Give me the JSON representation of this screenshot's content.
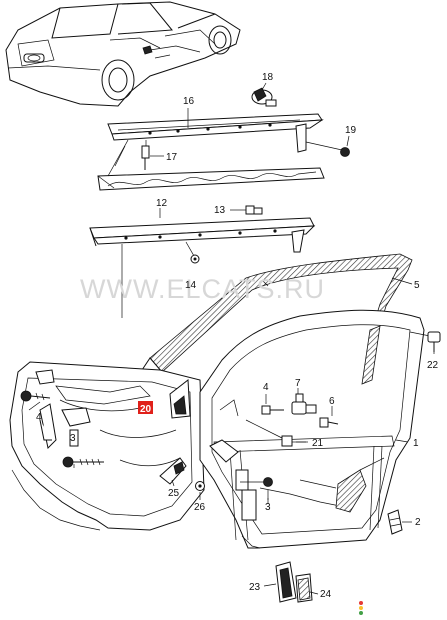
{
  "watermark": "WWW.ELCATS.RU",
  "callouts": [
    {
      "id": "c1",
      "text": "1"
    },
    {
      "id": "c2",
      "text": "2"
    },
    {
      "id": "c3a",
      "text": "3"
    },
    {
      "id": "c3b",
      "text": "3"
    },
    {
      "id": "c4a",
      "text": "4"
    },
    {
      "id": "c4b",
      "text": "4"
    },
    {
      "id": "c5",
      "text": "5"
    },
    {
      "id": "c6",
      "text": "6"
    },
    {
      "id": "c7",
      "text": "7"
    },
    {
      "id": "c12",
      "text": "12"
    },
    {
      "id": "c13",
      "text": "13"
    },
    {
      "id": "c14",
      "text": "14"
    },
    {
      "id": "c16",
      "text": "16"
    },
    {
      "id": "c17",
      "text": "17"
    },
    {
      "id": "c18",
      "text": "18"
    },
    {
      "id": "c19",
      "text": "19"
    },
    {
      "id": "c20",
      "text": "20"
    },
    {
      "id": "c21",
      "text": "21"
    },
    {
      "id": "c22",
      "text": "22"
    },
    {
      "id": "c23",
      "text": "23"
    },
    {
      "id": "c24",
      "text": "24"
    },
    {
      "id": "c25",
      "text": "25"
    },
    {
      "id": "c26",
      "text": "26"
    }
  ],
  "highlight": {
    "callout": "c20",
    "color": "#e0201a"
  },
  "indicator_colors": [
    "#e53935",
    "#fbc02d",
    "#43a047"
  ]
}
